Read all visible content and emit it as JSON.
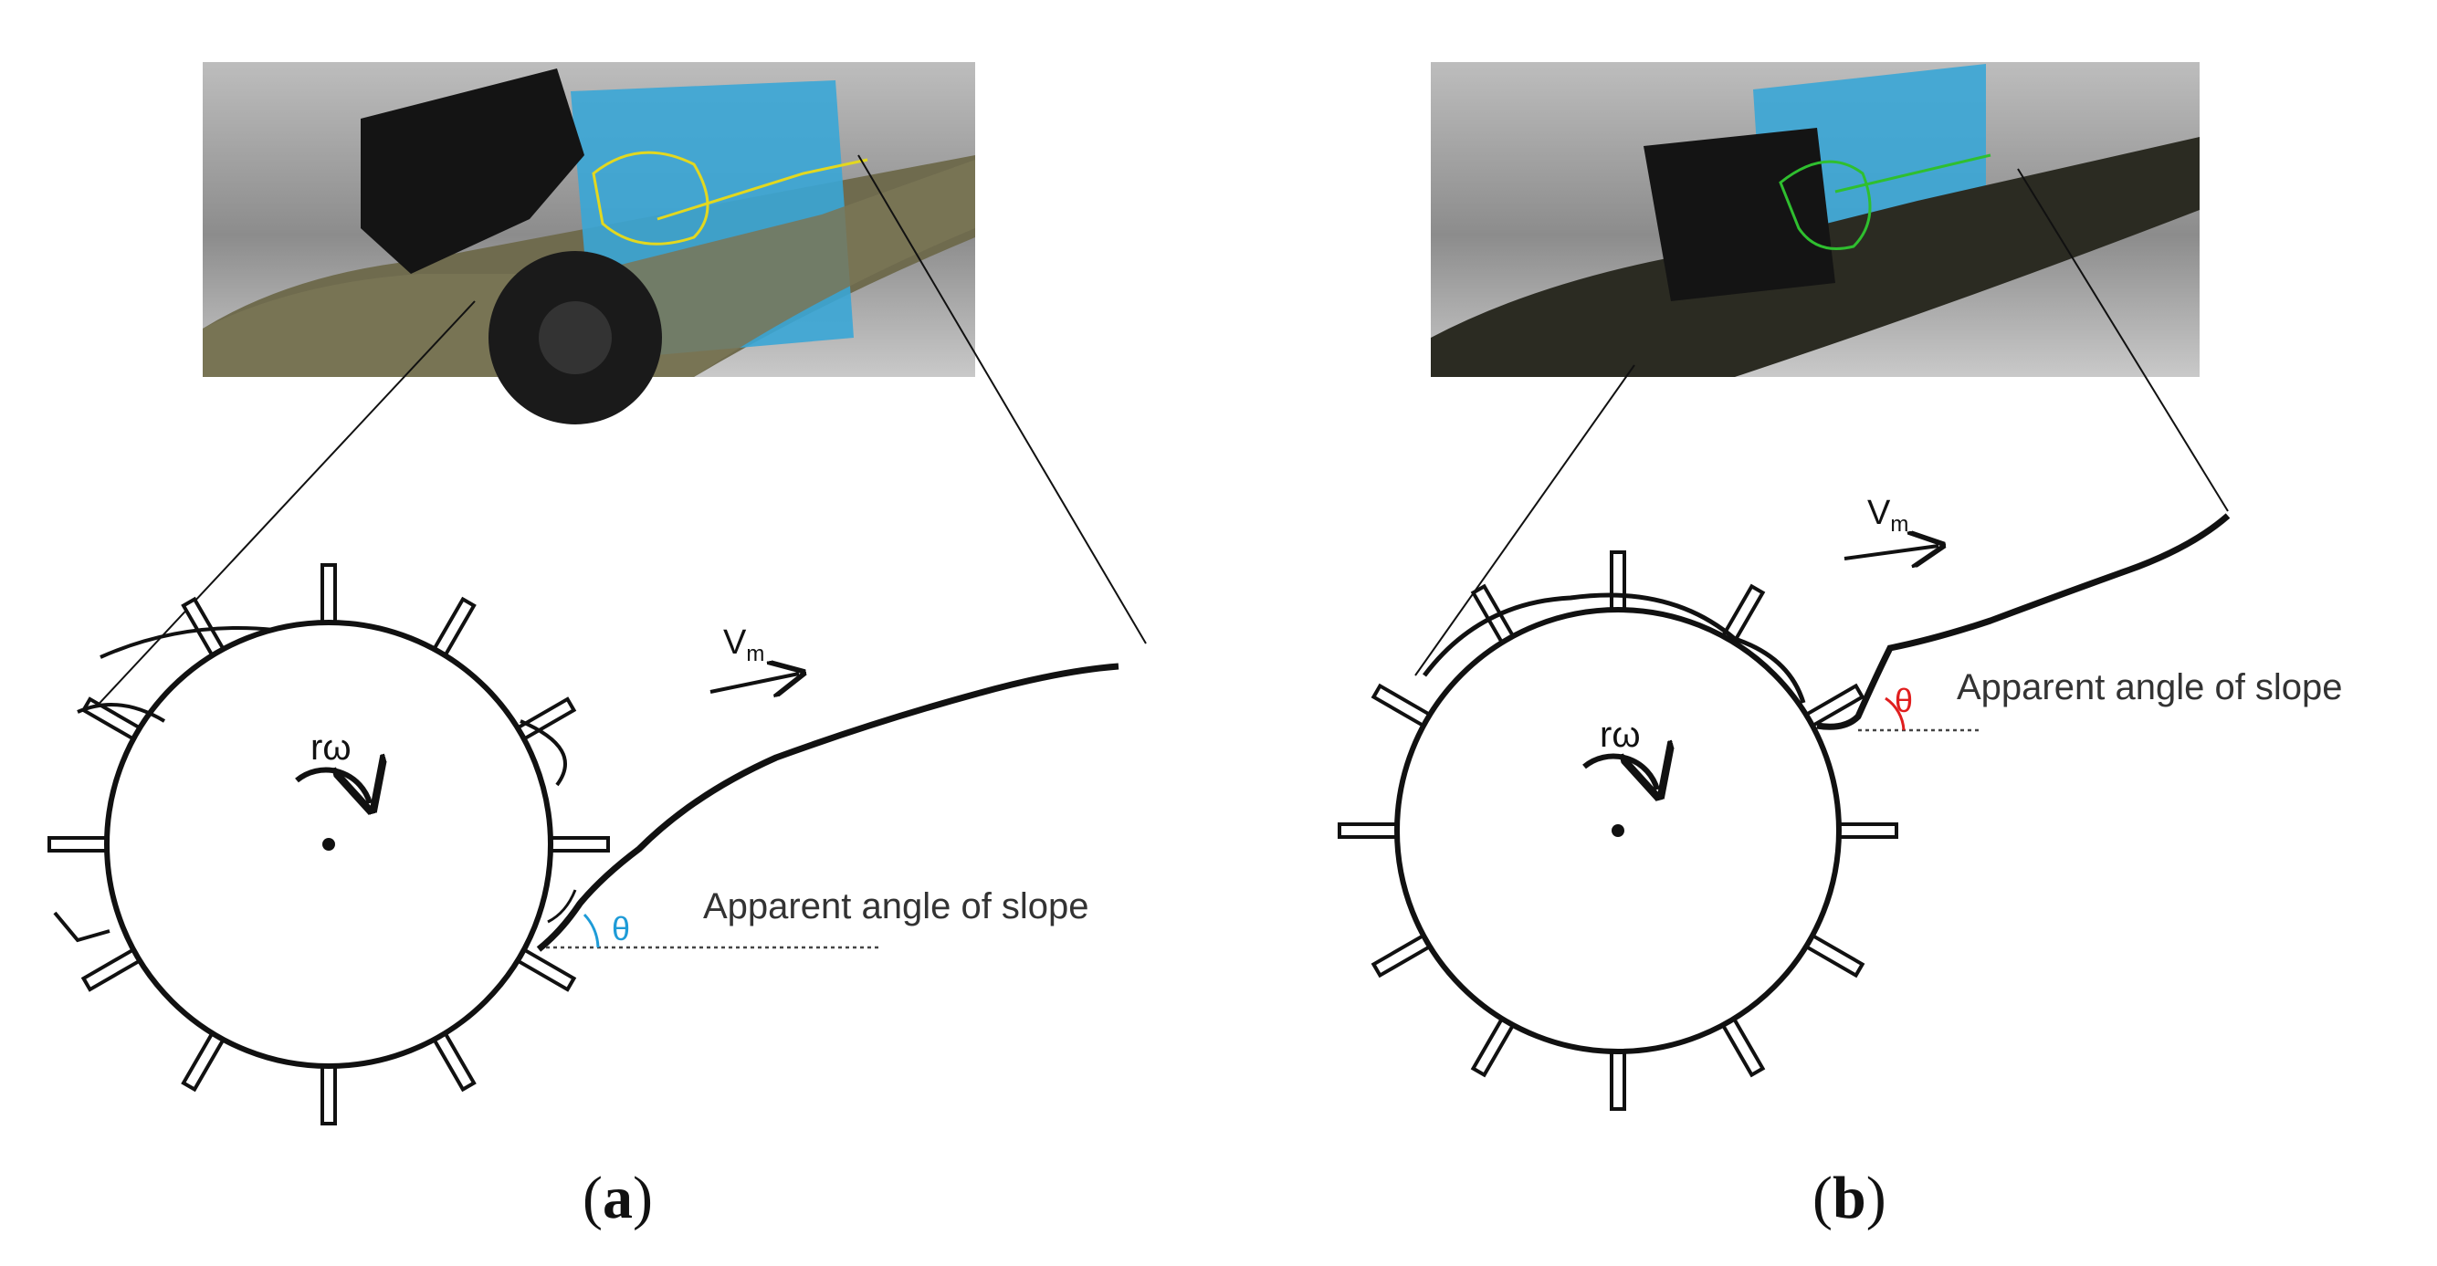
{
  "panels": [
    {
      "id": "a",
      "caption_label": "a",
      "velocity_symbol": "V",
      "velocity_subscript": "m",
      "rotation_label": "rω",
      "angle_symbol": "θ",
      "angle_color": "#1e9bd7",
      "slope_label": "Apparent angle of slope",
      "photo_ground_color": "#6f6b4e",
      "photo_outline_color": "#e3d81f"
    },
    {
      "id": "b",
      "caption_label": "b",
      "velocity_symbol": "V",
      "velocity_subscript": "m",
      "rotation_label": "rω",
      "angle_symbol": "θ",
      "angle_color": "#e01e1e",
      "slope_label": "Apparent angle of slope",
      "photo_ground_color": "#2b2b22",
      "photo_outline_color": "#2fbf2f"
    }
  ],
  "colors": {
    "plane": "#3aa6d6",
    "wheel_stroke": "#111111",
    "profile": "#111111"
  }
}
